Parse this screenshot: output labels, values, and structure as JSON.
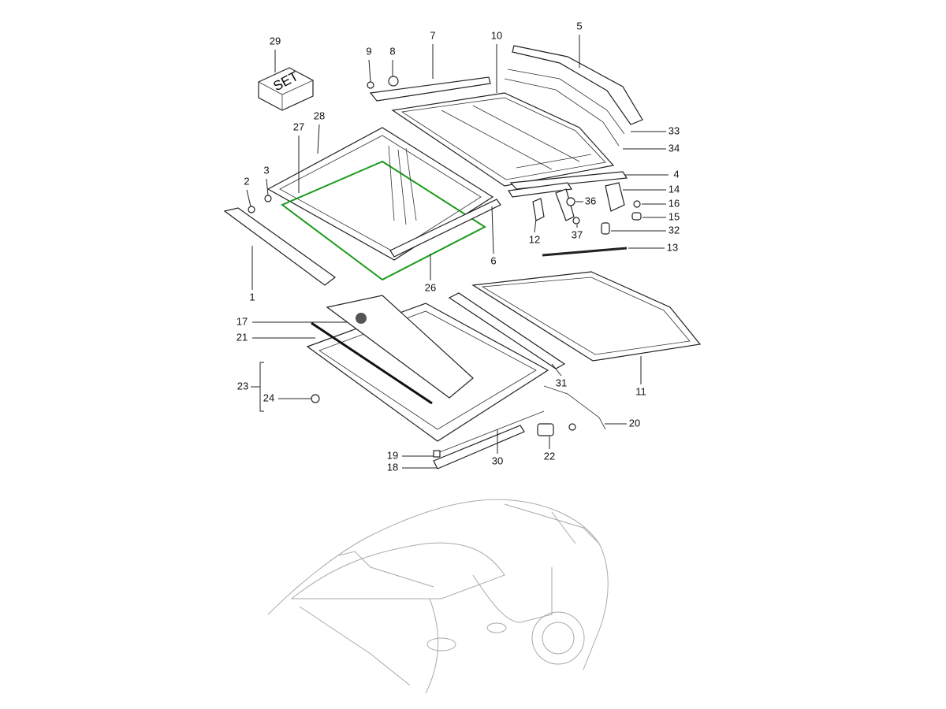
{
  "diagram": {
    "set_box_text": "SET",
    "callouts": [
      "1",
      "2",
      "3",
      "4",
      "5",
      "6",
      "7",
      "8",
      "9",
      "10",
      "11",
      "12",
      "13",
      "14",
      "15",
      "16",
      "17",
      "18",
      "19",
      "20",
      "21",
      "22",
      "23",
      "24",
      "26",
      "27",
      "28",
      "29",
      "30",
      "31",
      "32",
      "33",
      "34",
      "36",
      "37"
    ]
  },
  "colors": {
    "seal": "#1a9a1a",
    "line": "#222222",
    "car_outline": "#aaaaaa"
  }
}
